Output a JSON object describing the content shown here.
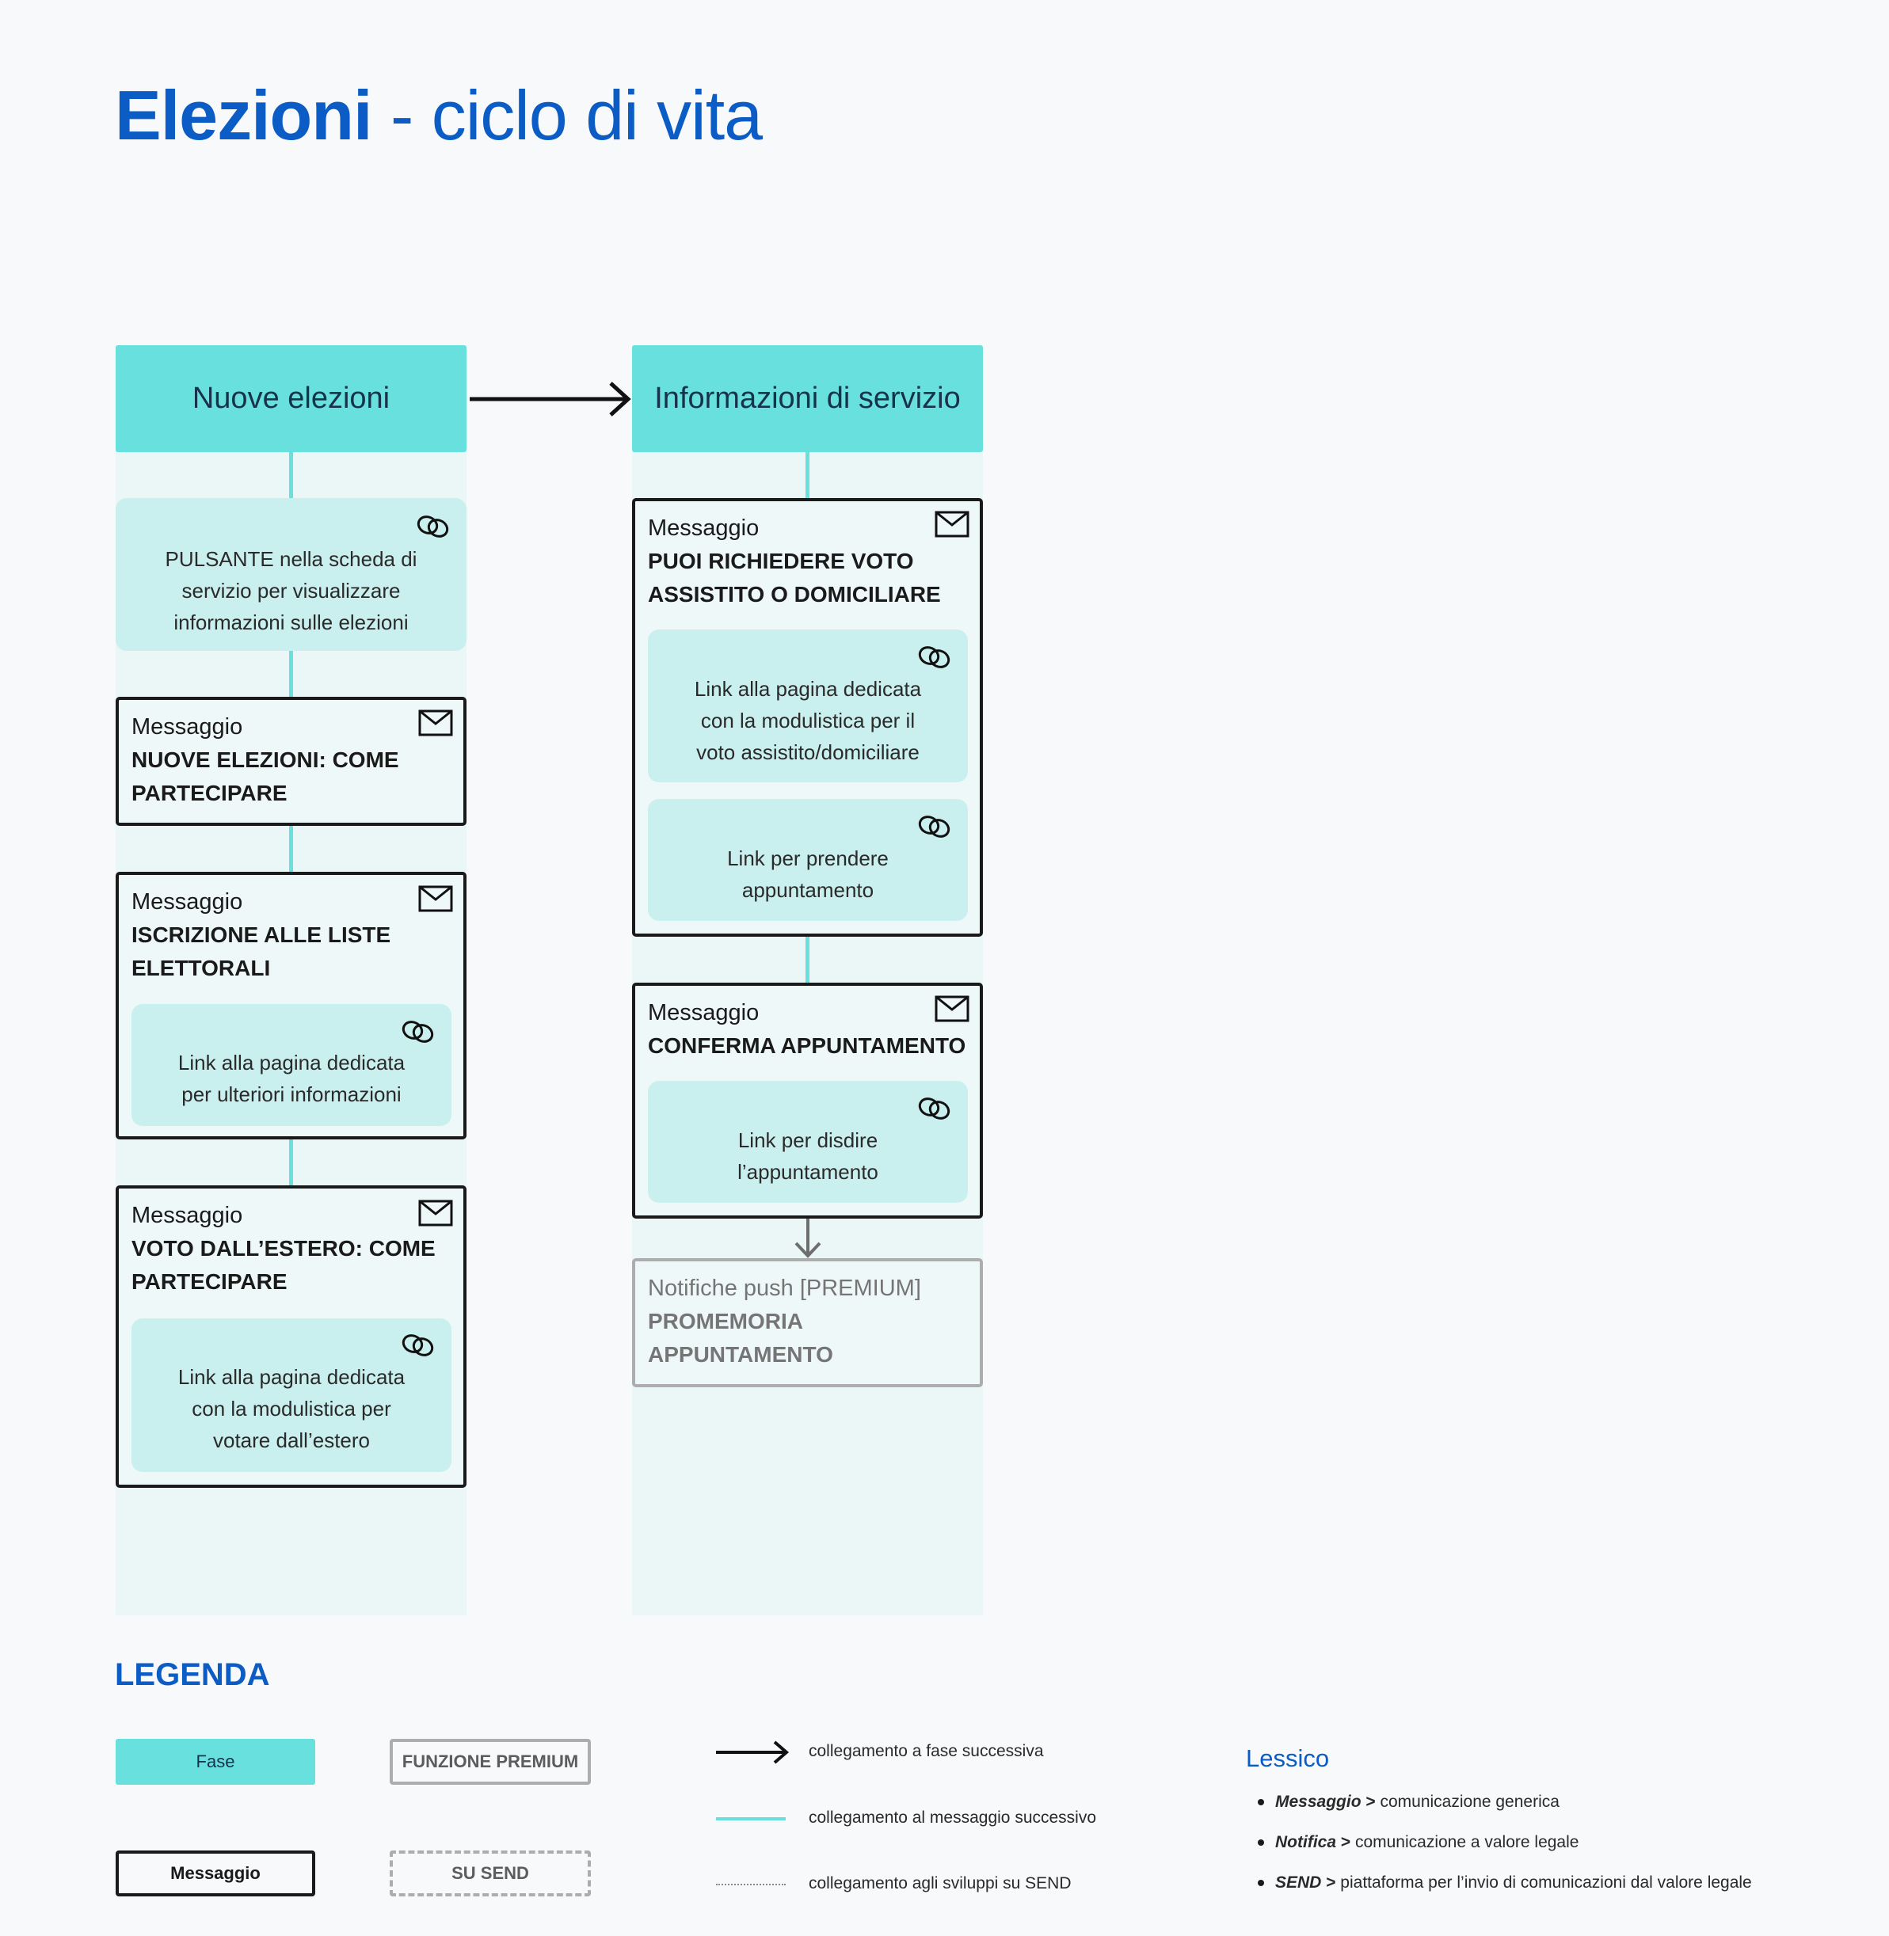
{
  "title": {
    "bold": "Elezioni",
    "rest": " - ciclo di vita"
  },
  "columns": [
    {
      "phase": "Nuove elezioni",
      "button_card": "PULSANTE nella scheda di servizio per visualizzare informazioni sulle elezioni",
      "messages": [
        {
          "label": "Messaggio",
          "title": "NUOVE ELEZIONI: COME PARTECIPARE"
        },
        {
          "label": "Messaggio",
          "title": "ISCRIZIONE ALLE LISTE ELETTORALI",
          "link": "Link alla pagina dedicata per ulteriori informazioni"
        },
        {
          "label": "Messaggio",
          "title": "VOTO DALL’ESTERO: COME PARTECIPARE",
          "link": "Link alla pagina dedicata con la modulistica per votare dall’estero"
        }
      ]
    },
    {
      "phase": "Informazioni di servizio",
      "messages": [
        {
          "label": "Messaggio",
          "title": "PUOI RICHIEDERE VOTO ASSISTITO O DOMICILIARE",
          "links": [
            "Link alla pagina dedicata con la modulistica per il voto assistito/domiciliare",
            "Link per prendere appuntamento"
          ]
        },
        {
          "label": "Messaggio",
          "title": "CONFERMA APPUNTAMENTO",
          "link": "Link per disdire l’appuntamento"
        }
      ],
      "premium": {
        "label": "Notifiche push [PREMIUM]",
        "title": "PROMEMORIA APPUNTAMENTO"
      }
    }
  ],
  "legend": {
    "heading": "LEGENDA",
    "fase": "Fase",
    "premium": "FUNZIONE PREMIUM",
    "messaggio": "Messaggio",
    "send": "SU SEND",
    "arrow_text": "collegamento a fase successiva",
    "line_text": "collegamento al messaggio successivo",
    "dotted_text": "collegamento agli sviluppi su SEND"
  },
  "lessico": {
    "heading": "Lessico",
    "items": [
      {
        "term": "Messaggio",
        "sep": " > ",
        "def": "comunicazione generica"
      },
      {
        "term": "Notifica",
        "sep": " > ",
        "def": "comunicazione a valore legale"
      },
      {
        "term": "SEND",
        "sep": " > ",
        "def": "piattaforma per  l’invio di comunicazioni dal valore legale"
      }
    ]
  },
  "colors": {
    "accent": "#0b5cc4",
    "phase": "#68e0dd",
    "column_bg": "#ebf7f6",
    "link_card": "#c9efee",
    "premium_grey": "#adadad"
  },
  "icons": {
    "message": "envelope-icon",
    "link": "link-icon"
  }
}
